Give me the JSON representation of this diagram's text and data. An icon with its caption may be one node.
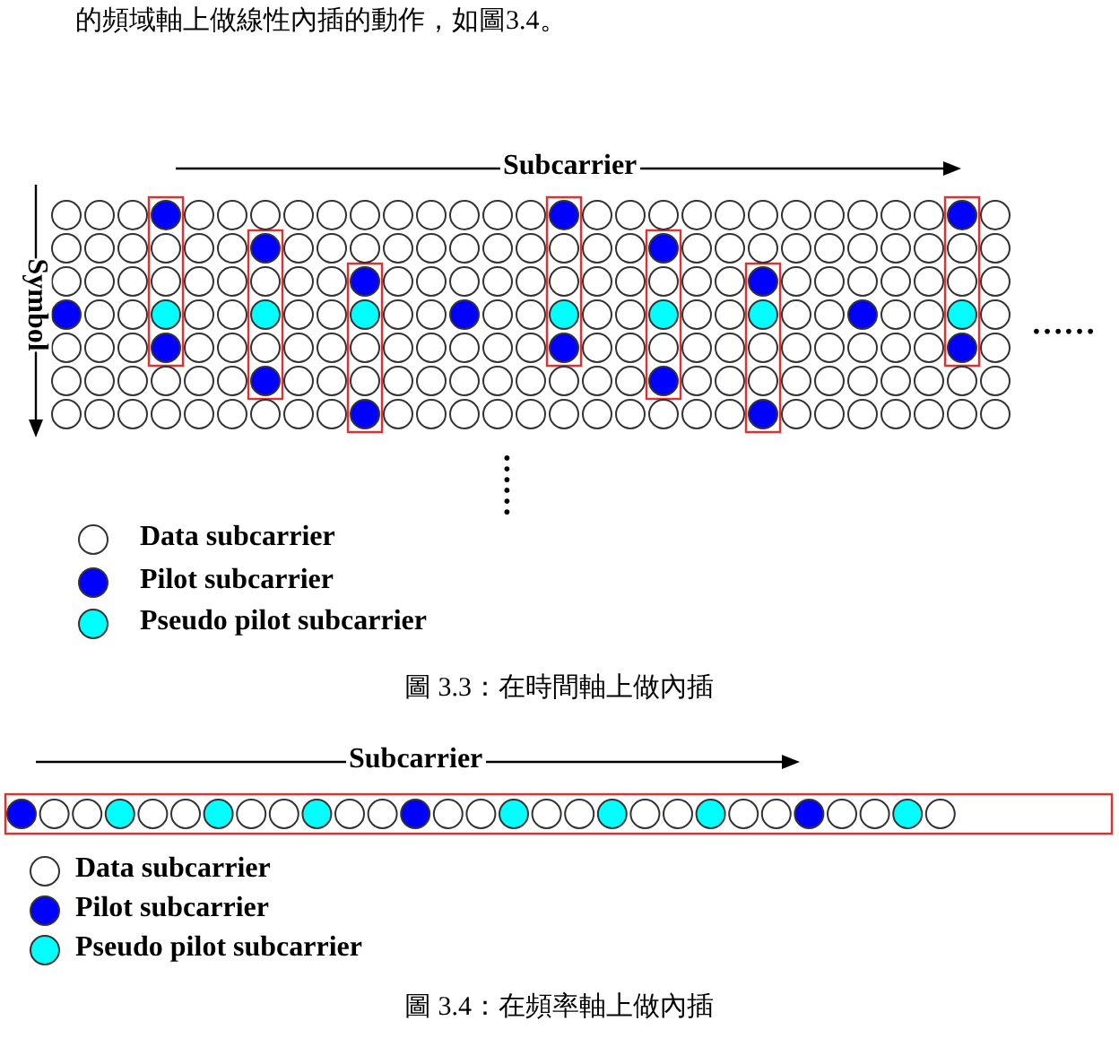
{
  "diagram": {
    "labels": [
      "的頻域軸上做線性內插的動作，如圖3.4。",
      "Subcarrier",
      "Symbol",
      "……",
      "……",
      "圖 3.3：在時間軸上做內插",
      "Subcarrier",
      "圖 3.4：在頻率軸上做內插"
    ],
    "legend": [
      {
        "text": "Data subcarrier",
        "color": "#ffffff"
      },
      {
        "text": "Pilot subcarrier",
        "color": "#0000ff"
      },
      {
        "text": "Pseudo pilot subcarrier",
        "color": "#00ffff"
      },
      {
        "text": "Data subcarrier",
        "color": "#ffffff"
      },
      {
        "text": "Pilot subcarrier",
        "color": "#0000ff"
      },
      {
        "text": "Pseudo pilot subcarrier",
        "color": "#00ffff"
      }
    ]
  }
}
